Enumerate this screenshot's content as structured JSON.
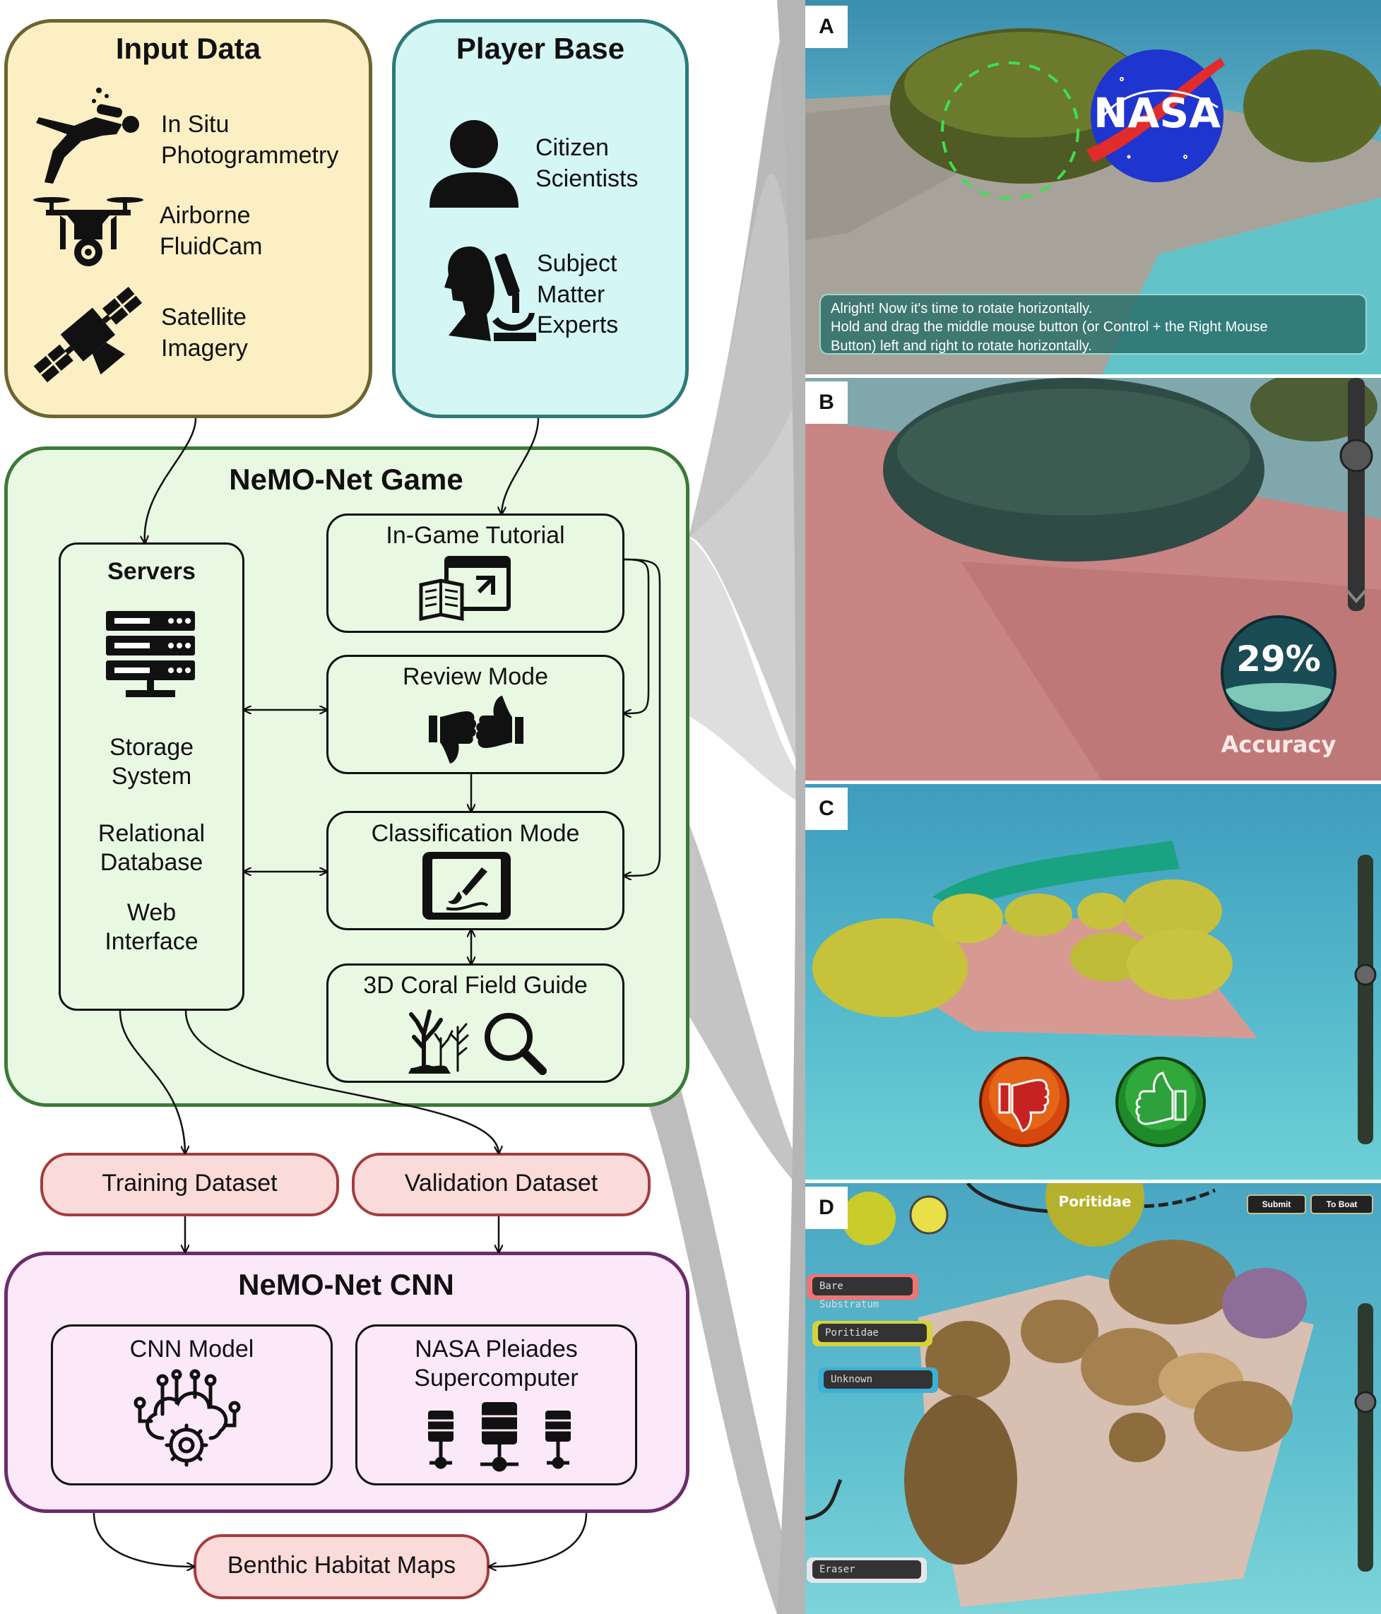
{
  "input_data": {
    "title": "Input Data",
    "items": [
      {
        "icon": "scuba-diver-icon",
        "label": "In Situ\nPhotogrammetry"
      },
      {
        "icon": "drone-icon",
        "label": "Airborne\nFluidCam"
      },
      {
        "icon": "satellite-icon",
        "label": "Satellite\nImagery"
      }
    ]
  },
  "player_base": {
    "title": "Player Base",
    "items": [
      {
        "icon": "person-icon",
        "label": "Citizen\nScientists"
      },
      {
        "icon": "scientist-microscope-icon",
        "label": "Subject\nMatter\nExperts"
      }
    ]
  },
  "game": {
    "title": "NeMO-Net Game",
    "servers": {
      "title": "Servers",
      "icon": "server-rack-icon",
      "items": [
        "Storage\nSystem",
        "Relational\nDatabase",
        "Web\nInterface"
      ]
    },
    "modes": [
      {
        "label": "In-Game Tutorial",
        "icon": "tutorial-book-icon"
      },
      {
        "label": "Review Mode",
        "icon": "thumbs-icon"
      },
      {
        "label": "Classification Mode",
        "icon": "tablet-paint-icon"
      },
      {
        "label": "3D Coral Field Guide",
        "icon": "coral-magnifier-icon"
      }
    ]
  },
  "datasets": {
    "training": "Training Dataset",
    "validation": "Validation Dataset"
  },
  "cnn": {
    "title": "NeMO-Net CNN",
    "model": {
      "label": "CNN Model",
      "icon": "cloud-gear-icon"
    },
    "supercomputer": {
      "label": "NASA Pleiades\nSupercomputer",
      "icon": "database-network-icon"
    }
  },
  "output": "Benthic Habitat Maps",
  "panels": {
    "a": {
      "letter": "A",
      "logo_text": "NASA",
      "tutorial_lines": [
        "Alright! Now it's time to rotate horizontally.",
        "Hold and drag the middle mouse button (or Control + the Right Mouse",
        "Button) left and right to rotate horizontally."
      ]
    },
    "b": {
      "letter": "B",
      "accuracy_value": "29%",
      "accuracy_label": "Accuracy"
    },
    "c": {
      "letter": "C"
    },
    "d": {
      "letter": "D",
      "top_label": "Poritidae",
      "submit": "Submit",
      "to_boat": "To Boat",
      "classes": [
        "Bare Substratum",
        "Poritidae",
        "Unknown"
      ],
      "eraser": "Eraser"
    }
  },
  "colors": {
    "input_bg": "#fcefc4",
    "input_border": "#6b6530",
    "player_bg": "#d4f7f5",
    "player_border": "#2d7a78",
    "game_bg": "#e9f8e3",
    "game_border": "#3b7a36",
    "dataset_bg": "#fbdada",
    "dataset_border": "#a43c3c",
    "cnn_bg": "#fbe8f8",
    "cnn_border": "#6b2c6b"
  }
}
